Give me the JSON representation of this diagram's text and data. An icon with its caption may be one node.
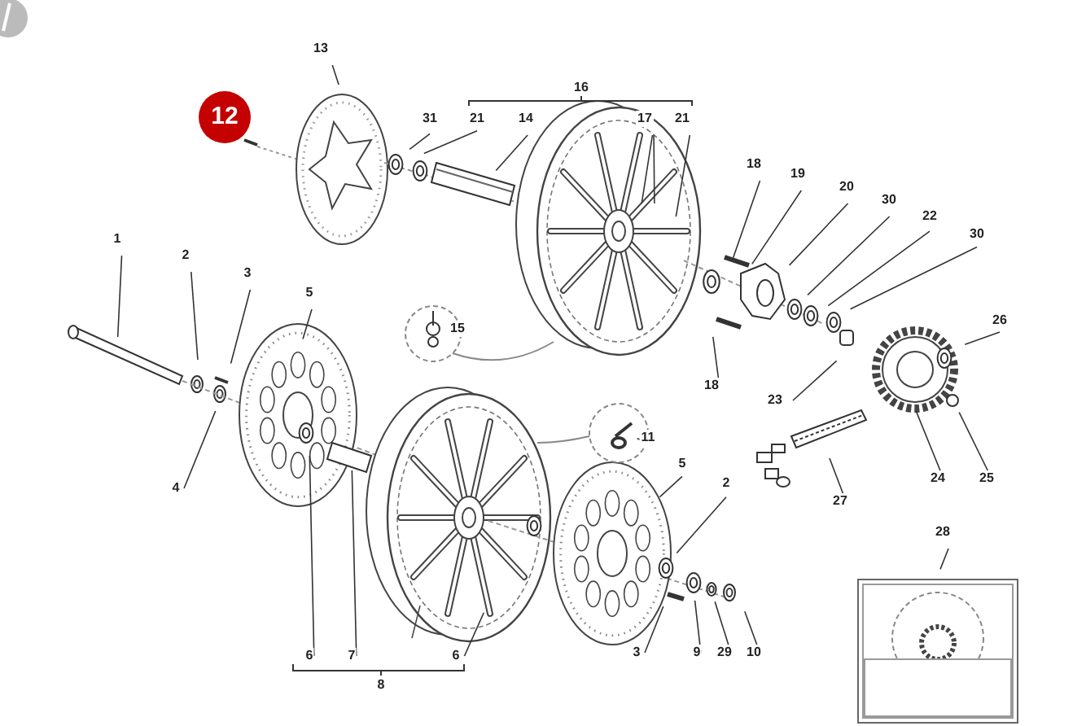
{
  "diagram": {
    "nodes": [
      {
        "text": [
          "13"
        ]
      },
      {
        "text": [
          "12"
        ]
      },
      {
        "text": [
          "31"
        ]
      },
      {
        "text": [
          "21"
        ]
      },
      {
        "text": [
          "14"
        ]
      },
      {
        "text": [
          "17"
        ]
      },
      {
        "text": [
          "21"
        ]
      },
      {
        "text": [
          "18"
        ]
      },
      {
        "text": [
          "19"
        ]
      },
      {
        "text": [
          "20"
        ]
      },
      {
        "text": [
          "30"
        ]
      },
      {
        "text": [
          "22"
        ]
      },
      {
        "text": [
          "30"
        ]
      },
      {
        "text": [
          "26"
        ]
      },
      {
        "text": [
          "15"
        ]
      },
      {
        "text": [
          "18"
        ]
      },
      {
        "text": [
          "23"
        ]
      },
      {
        "text": [
          "1"
        ]
      },
      {
        "text": [
          "2"
        ]
      },
      {
        "text": [
          "3"
        ]
      },
      {
        "text": [
          "5"
        ]
      },
      {
        "text": [
          "4"
        ]
      },
      {
        "text": [
          "11"
        ]
      },
      {
        "text": [
          "24"
        ]
      },
      {
        "text": [
          "25"
        ]
      },
      {
        "text": [
          "27"
        ]
      },
      {
        "text": [
          "5"
        ]
      },
      {
        "text": [
          "2"
        ]
      },
      {
        "text": [
          "28"
        ]
      },
      {
        "text": [
          "6"
        ]
      },
      {
        "text": [
          "7"
        ]
      },
      {
        "text": [
          "6"
        ]
      },
      {
        "text": [
          "3"
        ]
      },
      {
        "text": [
          "9"
        ]
      },
      {
        "text": [
          "29"
        ]
      },
      {
        "text": [
          "10"
        ]
      },
      {
        "text": [
          "16"
        ]
      },
      {
        "text": [
          "8"
        ]
      }
    ],
    "edges": [
      {
        "from": 0,
        "to": null,
        "arrow": "none"
      },
      {
        "from": 2,
        "to": null,
        "arrow": "none"
      },
      {
        "from": 3,
        "to": null,
        "arrow": "none"
      },
      {
        "from": 4,
        "to": null,
        "arrow": "none"
      },
      {
        "from": 5,
        "to": null,
        "arrow": "none"
      },
      {
        "from": 5,
        "to": null,
        "arrow": "none"
      },
      {
        "from": 6,
        "to": null,
        "arrow": "none"
      },
      {
        "from": 7,
        "to": null,
        "arrow": "none"
      },
      {
        "from": 8,
        "to": null,
        "arrow": "none"
      },
      {
        "from": 9,
        "to": null,
        "arrow": "none"
      },
      {
        "from": 10,
        "to": null,
        "arrow": "none"
      },
      {
        "from": 11,
        "to": null,
        "arrow": "none"
      },
      {
        "from": 12,
        "to": null,
        "arrow": "none"
      },
      {
        "from": 13,
        "to": null,
        "arrow": "none"
      },
      {
        "from": 14,
        "to": null,
        "arrow": "none"
      },
      {
        "from": 15,
        "to": null,
        "arrow": "none"
      },
      {
        "from": 16,
        "to": null,
        "arrow": "none"
      },
      {
        "from": 17,
        "to": null,
        "arrow": "none"
      },
      {
        "from": 18,
        "to": null,
        "arrow": "none"
      },
      {
        "from": 19,
        "to": null,
        "arrow": "none"
      },
      {
        "from": 20,
        "to": null,
        "arrow": "none"
      },
      {
        "from": 21,
        "to": null,
        "arrow": "none"
      },
      {
        "from": 22,
        "to": null,
        "arrow": "none"
      },
      {
        "from": 23,
        "to": null,
        "arrow": "none"
      },
      {
        "from": 24,
        "to": null,
        "arrow": "none"
      },
      {
        "from": 25,
        "to": null,
        "arrow": "none"
      },
      {
        "from": 26,
        "to": null,
        "arrow": "none"
      },
      {
        "from": 27,
        "to": null,
        "arrow": "none"
      },
      {
        "from": 28,
        "to": null,
        "arrow": "none"
      },
      {
        "from": 29,
        "to": null,
        "arrow": "none"
      },
      {
        "from": 30,
        "to": null,
        "arrow": "none"
      },
      {
        "from": 31,
        "to": null,
        "arrow": "none"
      },
      {
        "from": 32,
        "to": null,
        "arrow": "none"
      },
      {
        "from": 33,
        "to": null,
        "arrow": "none"
      },
      {
        "from": 34,
        "to": null,
        "arrow": "none"
      },
      {
        "from": 35,
        "to": null,
        "arrow": "none"
      }
    ]
  }
}
